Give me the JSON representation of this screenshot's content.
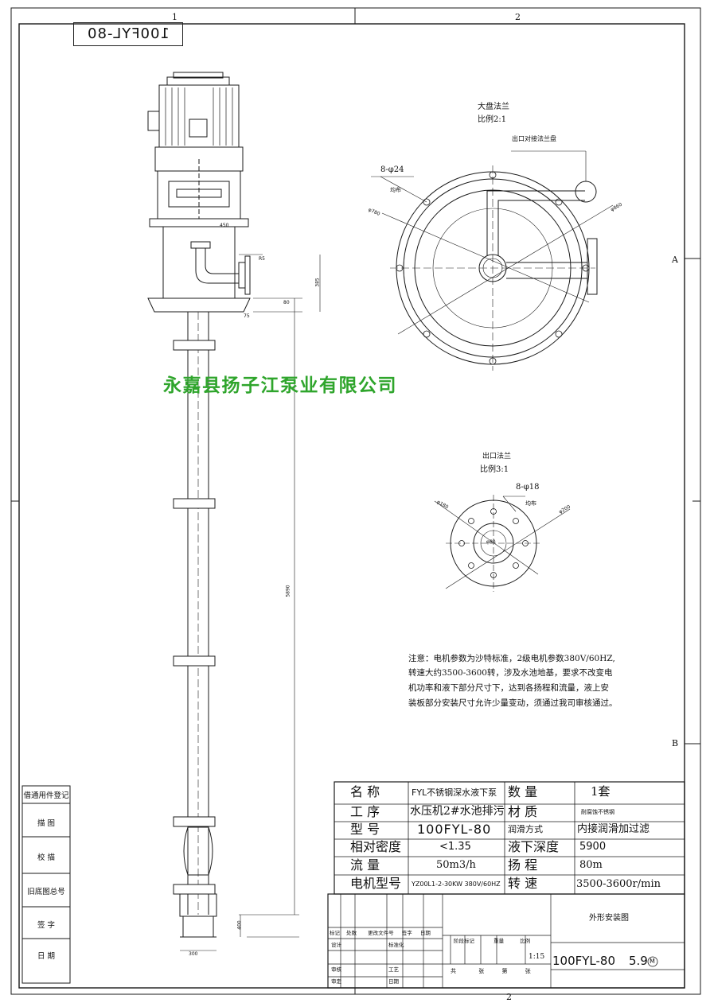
{
  "drawing_code_mirrored": "100FYL-80",
  "company_name": "永嘉县扬子江泵业有限公司",
  "zone_markers": {
    "top1": "1",
    "top2": "2",
    "bottom2": "2",
    "right_a": "A",
    "right_b": "B"
  },
  "flange_large": {
    "title": "大盘法兰",
    "scale": "比例2:1",
    "outlet_label": "出口对接法兰盘",
    "hole_callout": "8-φ24",
    "hole_note": "均布",
    "dim_left": "φ780",
    "dim_right": "φ860"
  },
  "flange_small": {
    "title": "出口法兰",
    "scale": "比例3:1",
    "hole_callout": "8-φ18",
    "hole_note": "均布",
    "dim_left": "φ180",
    "dim_right": "φ200",
    "dim_center": "φ80"
  },
  "pump_dims": {
    "d1": "450",
    "d2": "385",
    "d3": "80",
    "d4": "75",
    "length": "5890",
    "bottom_h": "400",
    "bottom_w": "300",
    "r1": "R5"
  },
  "note_lines": [
    "注意：电机参数为沙特标准，2级电机参数380V/60HZ,",
    "转速大约3500-3600转，涉及水池地基，要求不改变电",
    "机功率和液下部分尺寸下，达到各扬程和流量，液上安",
    "装板部分安装尺寸允许少量变动，须通过我司审核通过。"
  ],
  "left_column": [
    "借通用件登记",
    "描  图",
    "校  描",
    "旧底图总号",
    "签  字",
    "日  期"
  ],
  "title_block": {
    "name_label": "名    称",
    "name_value": "FYL不锈钢深水液下泵",
    "qty_label": "数      量",
    "qty_value": "1套",
    "process_label": "工    序",
    "process_value": "水压机2#水池排污",
    "material_label": "材      质",
    "material_value": "耐腐蚀不锈钢",
    "model_label": "型    号",
    "model_value": "100FYL-80",
    "lube_label": "润滑方式",
    "lube_value": "内接润滑加过滤",
    "density_label": "相对密度",
    "density_value": "<1.35",
    "depth_label": "液下深度",
    "depth_value": "5900",
    "flow_label": "流      量",
    "flow_value": "50m3/h",
    "head_label": "扬      程",
    "head_value": "80m",
    "motor_label": "电机型号",
    "motor_value": "YZ00L1-2-30KW 380V/60HZ",
    "speed_label": "转      速",
    "speed_value": "3500-3600r/min",
    "drawing_title": "外形安装图",
    "scale_ratio": "1:15",
    "drawing_number": "100FYL-80",
    "version": "5.9",
    "version_mark": "M",
    "sign_row1": [
      "标记",
      "处数",
      "更改文件号",
      "签字",
      "日期"
    ],
    "sign_row2": [
      "设计",
      "",
      "标准化",
      "",
      ""
    ],
    "sign_row3": [
      "审核",
      "",
      "工艺",
      "",
      ""
    ],
    "sign_row4": [
      "审定",
      "",
      "日期",
      "",
      ""
    ],
    "stage_row": [
      "阶段标记",
      "重量",
      "比例"
    ],
    "sheet_row": [
      "共",
      "张",
      "第",
      "张"
    ]
  },
  "colors": {
    "line": "#1a1a1a",
    "company": "#2fa52c",
    "paper": "#ffffff"
  }
}
